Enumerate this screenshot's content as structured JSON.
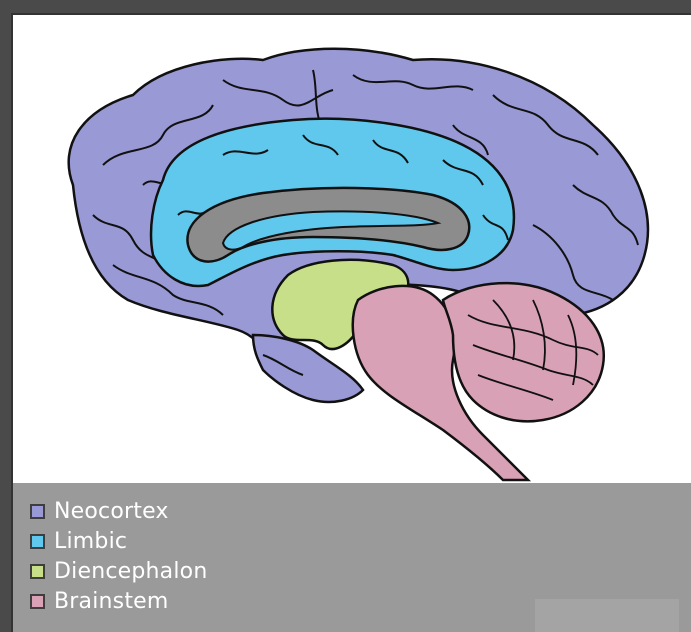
{
  "legend": {
    "items": [
      {
        "label": "Neocortex",
        "color": "#9999d6"
      },
      {
        "label": "Limbic",
        "color": "#5fc8ec"
      },
      {
        "label": "Diencephalon",
        "color": "#c6df88"
      },
      {
        "label": "Brainstem",
        "color": "#d9a1b5"
      }
    ]
  },
  "colors": {
    "neocortex": "#9999d6",
    "limbic": "#5fc8ec",
    "corpus_callosum": "#8c8c8c",
    "diencephalon": "#c6df88",
    "brainstem": "#d9a1b5",
    "outline": "#111111"
  }
}
